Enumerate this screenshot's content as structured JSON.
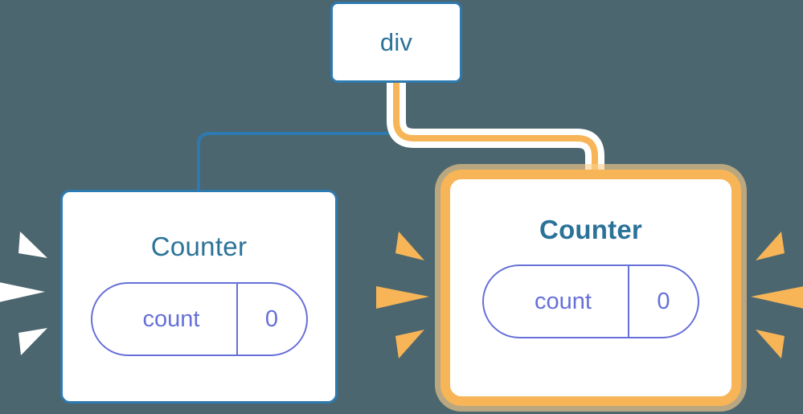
{
  "diagram": {
    "title": "component-tree",
    "background_color": "#4c666f",
    "nodes": [
      {
        "id": "div",
        "label": "div",
        "type": "element",
        "highlighted": false,
        "border_color": "#2d7ab0",
        "label_color": "#2b7299"
      },
      {
        "id": "counter-left",
        "label": "Counter",
        "type": "component",
        "highlighted": false,
        "border_color": "#2d7ab0",
        "label_color": "#2b7299",
        "state": {
          "key": "count",
          "value": "0",
          "color": "#6670d8"
        }
      },
      {
        "id": "counter-right",
        "label": "Counter",
        "type": "component",
        "highlighted": true,
        "border_color": "#f7b558",
        "glow_color": "#facE8d",
        "label_color": "#2b7299",
        "state": {
          "key": "count",
          "value": "0",
          "color": "#6670d8"
        }
      }
    ],
    "edges": [
      {
        "id": "edge-div-to-counter-left",
        "from": "div",
        "to": "counter-left",
        "color": "#2d7ab0",
        "highlighted": false
      },
      {
        "id": "edge-div-to-counter-right",
        "from": "div",
        "to": "counter-right",
        "color": "#f7b558",
        "halo_color": "#ffffff",
        "highlighted": true
      }
    ],
    "sparkles": [
      {
        "id": "sparkles-left-outer",
        "color": "#ffffff",
        "target": "counter-left",
        "side": "left"
      },
      {
        "id": "sparkles-left-inner",
        "color": "#f7b558",
        "target": "counter-right",
        "side": "left"
      },
      {
        "id": "sparkles-right-outer",
        "color": "#f7b558",
        "target": "counter-right",
        "side": "right"
      }
    ]
  }
}
